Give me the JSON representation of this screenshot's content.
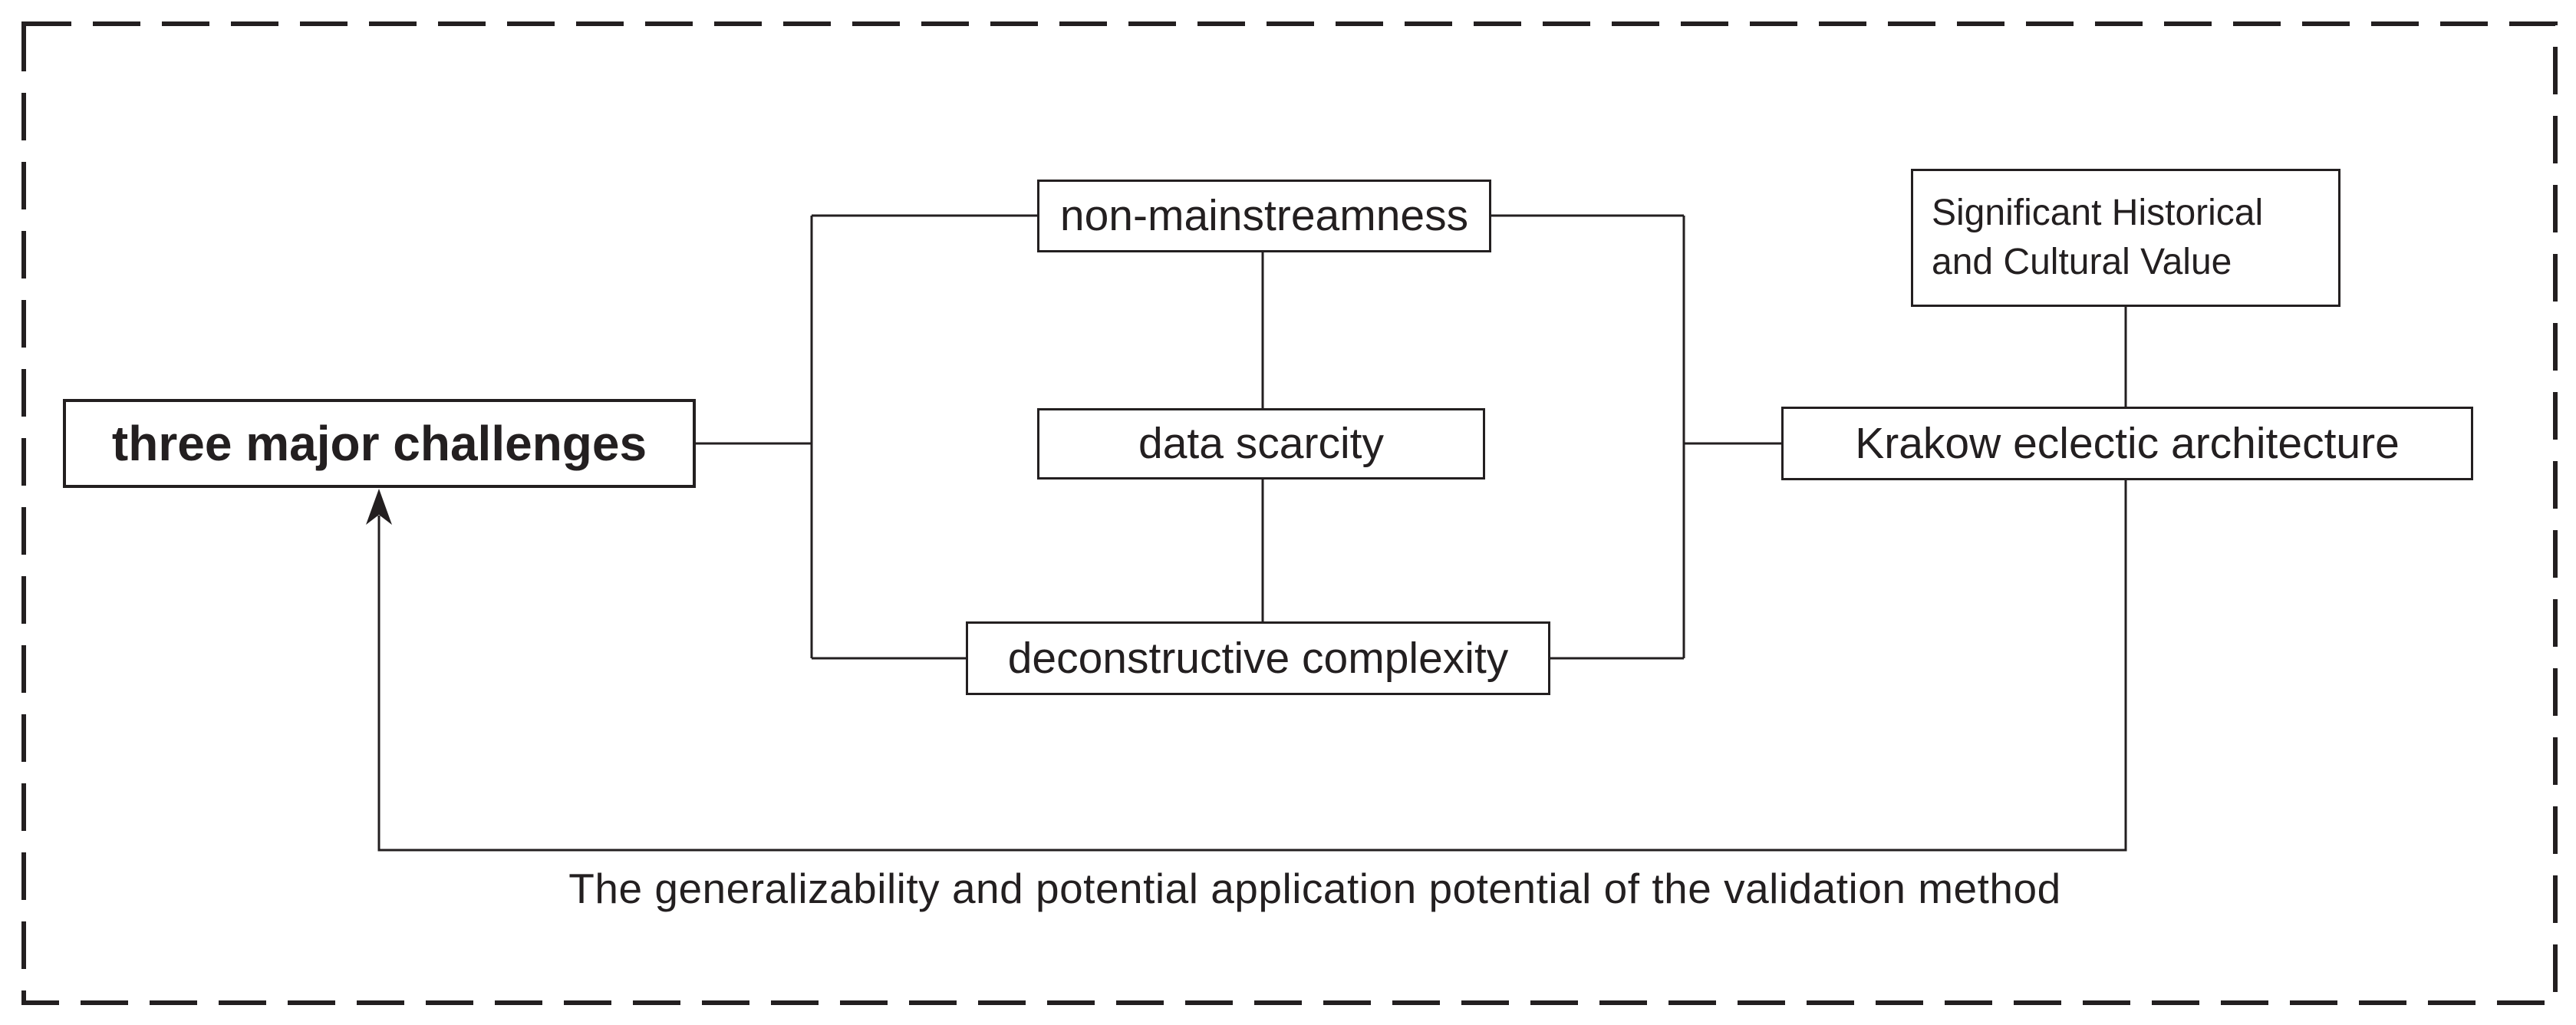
{
  "diagram": {
    "nodes": {
      "three_major_challenges": {
        "label": "three major challenges"
      },
      "non_mainstreamness": {
        "label": "non-mainstreamness"
      },
      "data_scarcity": {
        "label": "data scarcity"
      },
      "deconstructive_complexity": {
        "label": "deconstructive complexity"
      },
      "significant_value": {
        "lines": [
          "Significant Historical",
          "and Cultural Value"
        ]
      },
      "krakow": {
        "label": "Krakow eclectic architecture"
      }
    },
    "caption": "The generalizability and potential application potential of the validation method",
    "colors": {
      "ink": "#231f20",
      "background": "#ffffff"
    }
  }
}
